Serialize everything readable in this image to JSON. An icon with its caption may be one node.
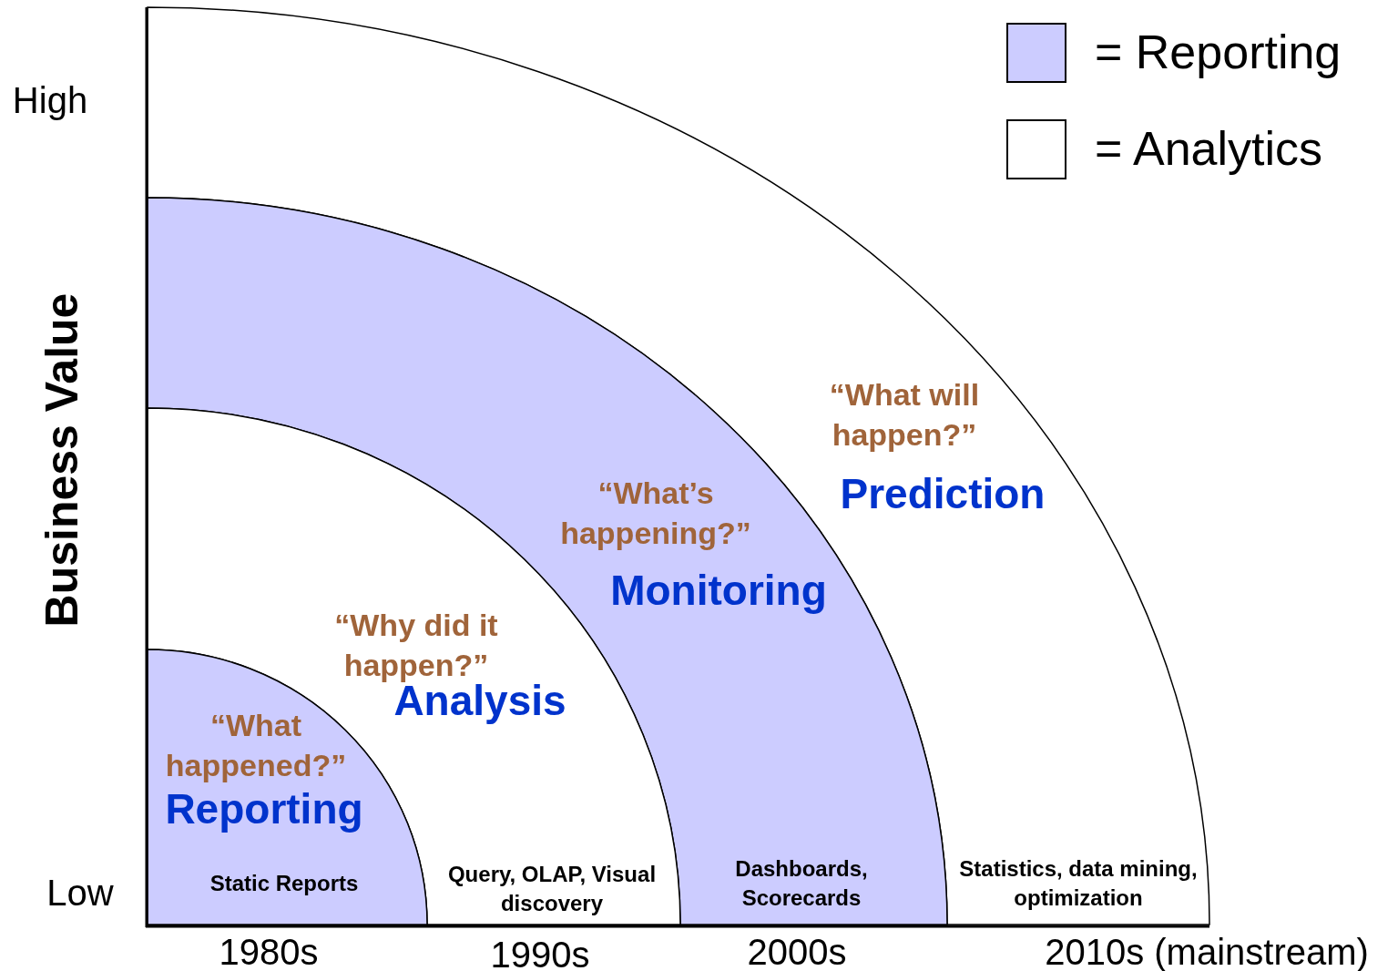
{
  "diagram": {
    "nodes": [
      {
        "text": [
          "“What happened?”",
          "Reporting",
          "Static Reports"
        ]
      },
      {
        "text": [
          "“Why did it happen?”",
          "Analysis",
          "Query, OLAP, Visual discovery"
        ]
      },
      {
        "text": [
          "“What’s happening?”",
          "Monitoring",
          "Dashboards, Scorecards"
        ]
      },
      {
        "text": [
          "“What will happen?”",
          "Prediction",
          "Statistics, data mining, optimization"
        ]
      }
    ],
    "labels": [
      "High",
      "Business Value",
      "Low",
      "1980s",
      "1990s",
      "2000s",
      "2010s (mainstream)"
    ],
    "legend": [
      {
        "text": "= Reporting",
        "color": "#ccccff"
      },
      {
        "text": "= Analytics",
        "color": "#ffffff"
      }
    ]
  }
}
